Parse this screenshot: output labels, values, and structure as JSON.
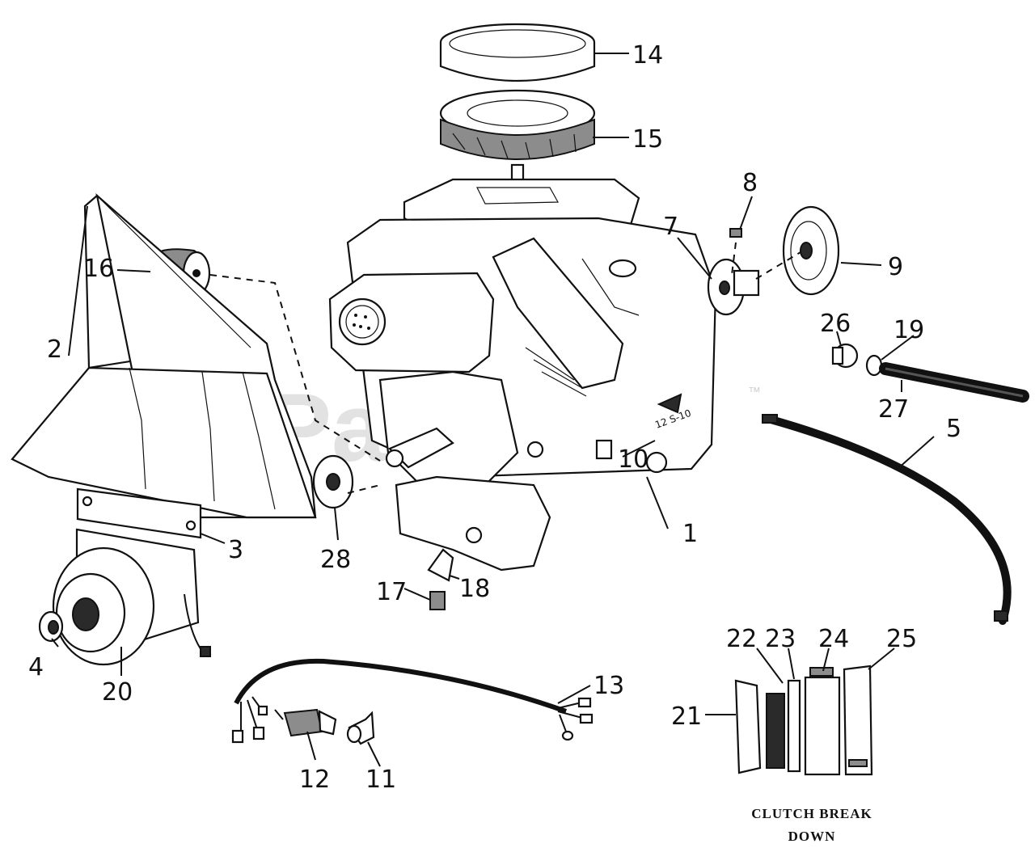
{
  "watermark": {
    "text": "PartsTree",
    "trademark": "™"
  },
  "callouts": {
    "c1": "1",
    "c2": "2",
    "c3": "3",
    "c4": "4",
    "c5": "5",
    "c7": "7",
    "c8": "8",
    "c9": "9",
    "c10": "10",
    "c11": "11",
    "c12": "12",
    "c13": "13",
    "c14": "14",
    "c15": "15",
    "c16": "16",
    "c17": "17",
    "c18": "18",
    "c19": "19",
    "c20": "20",
    "c21": "21",
    "c22": "22",
    "c23": "23",
    "c24": "24",
    "c25": "25",
    "c26": "26",
    "c27": "27",
    "c28": "28"
  },
  "clutch_breakdown": {
    "line1": "CLUTCH BREAK",
    "line2": "DOWN"
  }
}
